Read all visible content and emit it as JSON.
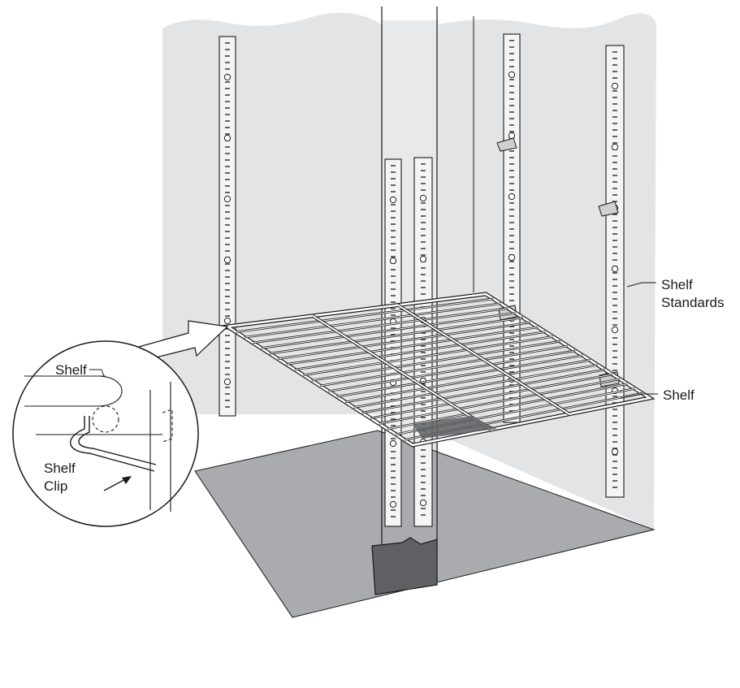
{
  "labels": {
    "shelf_standards_line1": "Shelf",
    "shelf_standards_line2": "Standards",
    "shelf": "Shelf",
    "detail_shelf": "Shelf",
    "detail_clip_line1": "Shelf",
    "detail_clip_line2": "Clip"
  },
  "colors": {
    "wall": "#e3e4e6",
    "floor": "#a9abae",
    "divider": "#5e6063",
    "standard_fill": "#f4f4f4",
    "line": "#1a1a1a"
  }
}
